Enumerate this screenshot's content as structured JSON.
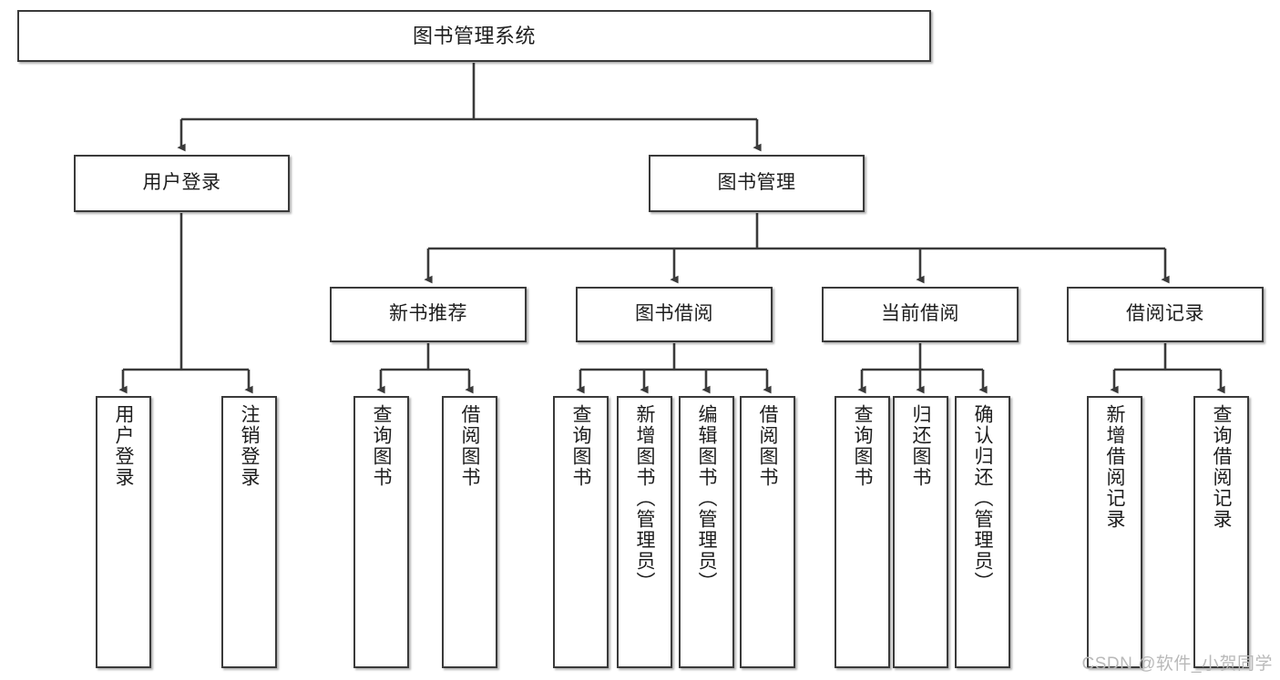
{
  "diagram": {
    "title": "图书管理系统",
    "watermark": "CSDN @软件_小贺同学",
    "colors": {
      "box_border": "#3a3a3a",
      "box_fill": "#ffffff",
      "edge": "#3a3a3a",
      "text": "#1d1d1d",
      "watermark": "#b9b9b9"
    },
    "root": {
      "label": "图书管理系统"
    },
    "level1": [
      {
        "label": "用户登录"
      },
      {
        "label": "图书管理"
      }
    ],
    "level2": [
      {
        "label": "新书推荐"
      },
      {
        "label": "图书借阅"
      },
      {
        "label": "当前借阅"
      },
      {
        "label": "借阅记录"
      }
    ],
    "leaves": {
      "user_login": [
        {
          "label": "用户登录"
        },
        {
          "label": "注销登录"
        }
      ],
      "new_book_recommend": [
        {
          "label": "查询图书"
        },
        {
          "label": "借阅图书"
        }
      ],
      "book_borrow": [
        {
          "label": "查询图书"
        },
        {
          "label": "新增图书（管理员）"
        },
        {
          "label": "编辑图书（管理员）"
        },
        {
          "label": "借阅图书"
        }
      ],
      "current_borrow": [
        {
          "label": "查询图书"
        },
        {
          "label": "归还图书"
        },
        {
          "label": "确认归还（管理员）"
        }
      ],
      "borrow_record": [
        {
          "label": "新增借阅记录"
        },
        {
          "label": "查询借阅记录"
        }
      ]
    }
  }
}
